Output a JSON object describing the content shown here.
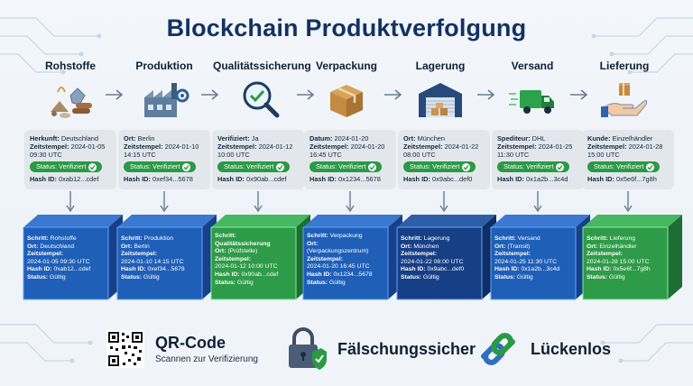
{
  "title": "Blockchain Produktverfolgung",
  "colors": {
    "title": "#123263",
    "verified": "#2a9a44",
    "block_blue": "#1f5fb8",
    "block_dark": "#173f86",
    "block_green": "#2e9b48"
  },
  "stages": [
    {
      "title": "Rohstoffe",
      "icon": "raw-materials-icon",
      "lines": [
        {
          "k": "Herkunft:",
          "v": " Deutschland"
        },
        {
          "k": "Zeitstempel:",
          "v": " 2024-01-05"
        },
        {
          "k": "",
          "v": "09:30 UTC"
        }
      ],
      "status": "Status: Verifiziert",
      "hash_label": "Hash ID:",
      "hash": " 0xab12...cdef"
    },
    {
      "title": "Produktion",
      "icon": "factory-icon",
      "lines": [
        {
          "k": "Ort:",
          "v": " Berlin"
        },
        {
          "k": "Zeitstempel:",
          "v": " 2024-01-10"
        },
        {
          "k": "",
          "v": "14:15 UTC"
        }
      ],
      "status": "Status: Verifiziert",
      "hash_label": "Hash ID:",
      "hash": " 0xef34...5678"
    },
    {
      "title": "Qualitätssicherung",
      "icon": "magnifier-check-icon",
      "lines": [
        {
          "k": "Verifiziert:",
          "v": " Ja"
        },
        {
          "k": "Zeitstempel:",
          "v": " 2024-01-12"
        },
        {
          "k": "",
          "v": "10:00 UTC"
        }
      ],
      "status": "Status: Verifiziert",
      "hash_label": "Hash ID:",
      "hash": " 0x90ab...cdef"
    },
    {
      "title": "Verpackung",
      "icon": "package-box-icon",
      "lines": [
        {
          "k": "Datum:",
          "v": " 2024-01-20"
        },
        {
          "k": "Zeitstempel:",
          "v": " 2024-01-20"
        },
        {
          "k": "",
          "v": "16:45 UTC"
        }
      ],
      "status": "Status: Verifiziert",
      "hash_label": "Hash ID:",
      "hash": " 0x1234...5678"
    },
    {
      "title": "Lagerung",
      "icon": "warehouse-icon",
      "lines": [
        {
          "k": "Ort:",
          "v": " München"
        },
        {
          "k": "Zeitstempel:",
          "v": " 2024-01-22"
        },
        {
          "k": "",
          "v": "08:00 UTC"
        }
      ],
      "status": "Status: Verifiziert",
      "hash_label": "Hash ID:",
      "hash": " 0x9abc...def0"
    },
    {
      "title": "Versand",
      "icon": "delivery-truck-icon",
      "lines": [
        {
          "k": "Spediteur:",
          "v": " DHL"
        },
        {
          "k": "Zeitstempel:",
          "v": " 2024-01-25"
        },
        {
          "k": "",
          "v": "11:30 UTC"
        }
      ],
      "status": "Status: Verifiziert",
      "hash_label": "Hash ID:",
      "hash": " 0x1a2b...3c4d"
    },
    {
      "title": "Lieferung",
      "icon": "hand-package-icon",
      "lines": [
        {
          "k": "Kunde:",
          "v": " Einzelhändler"
        },
        {
          "k": "Zeitstempel:",
          "v": " 2024-01-28"
        },
        {
          "k": "",
          "v": "15:00 UTC"
        }
      ],
      "status": "Status: Verifiziert",
      "hash_label": "Hash ID:",
      "hash": " 0x5e6f...7g8h"
    }
  ],
  "blocks": [
    {
      "color": "blue",
      "lines": [
        {
          "k": "Schritt:",
          "v": " Rohstoffe"
        },
        {
          "k": "Ort:",
          "v": " Deutschland"
        },
        {
          "k": "Zeitstempel:",
          "v": ""
        },
        {
          "k": "",
          "v": "2024-01-05 09:30 UTC"
        },
        {
          "k": "Hash ID:",
          "v": " 0xab12...cdef"
        },
        {
          "k": "Status:",
          "v": " Gültig"
        }
      ]
    },
    {
      "color": "blue",
      "lines": [
        {
          "k": "Schritt:",
          "v": " Produktion"
        },
        {
          "k": "Ort:",
          "v": " Berlin"
        },
        {
          "k": "Zeitstempel:",
          "v": ""
        },
        {
          "k": "",
          "v": "2024-01-10 14:15 UTC"
        },
        {
          "k": "Hash ID:",
          "v": " 0xef34...5678"
        },
        {
          "k": "Status:",
          "v": " Gültig"
        }
      ]
    },
    {
      "color": "green",
      "lines": [
        {
          "k": "Schritt:",
          "v": ""
        },
        {
          "k": "",
          "v": "Qualitätssicherung"
        },
        {
          "k": "Ort:",
          "v": " (Prüfstelle)"
        },
        {
          "k": "Zeitstempel:",
          "v": ""
        },
        {
          "k": "",
          "v": "2024-01-12 10:00 UTC"
        },
        {
          "k": "Hash ID:",
          "v": " 0x90ab...cdef"
        },
        {
          "k": "Status:",
          "v": " Gültig"
        }
      ]
    },
    {
      "color": "blue",
      "lines": [
        {
          "k": "Schritt:",
          "v": " Verpackung"
        },
        {
          "k": "Ort:",
          "v": ""
        },
        {
          "k": "",
          "v": "(Verpackungszentrum)"
        },
        {
          "k": "Zeitstempel:",
          "v": ""
        },
        {
          "k": "",
          "v": "2024-01-20 16:45 UTC"
        },
        {
          "k": "Hash ID:",
          "v": " 0x1234...5678"
        },
        {
          "k": "Status:",
          "v": " Gültig"
        }
      ]
    },
    {
      "color": "dark",
      "lines": [
        {
          "k": "Schritt:",
          "v": " Lagerung"
        },
        {
          "k": "Ort:",
          "v": " München"
        },
        {
          "k": "Zeitstempel:",
          "v": ""
        },
        {
          "k": "",
          "v": "2024-01-22 08:00 UTC"
        },
        {
          "k": "Hash ID:",
          "v": " 0x9abc...def0"
        },
        {
          "k": "Status:",
          "v": " Gültig"
        }
      ]
    },
    {
      "color": "blue",
      "lines": [
        {
          "k": "Schritt:",
          "v": " Versand"
        },
        {
          "k": "Ort:",
          "v": " (Transit)"
        },
        {
          "k": "Zeitstempel:",
          "v": ""
        },
        {
          "k": "",
          "v": "2024-01-25 11:30 UTC"
        },
        {
          "k": "Hash ID:",
          "v": " 0x1a2b...3c4d"
        },
        {
          "k": "Status:",
          "v": " Gültig"
        }
      ]
    },
    {
      "color": "green",
      "lines": [
        {
          "k": "Schritt:",
          "v": " Lieferung"
        },
        {
          "k": "Ort:",
          "v": " Einzelhändler"
        },
        {
          "k": "Zeitstempel:",
          "v": ""
        },
        {
          "k": "",
          "v": "2024-01-28 15:00 UTC"
        },
        {
          "k": "Hash ID:",
          "v": " 0x5e6f...7g8h"
        },
        {
          "k": "Status:",
          "v": " Gültig"
        }
      ]
    }
  ],
  "features": [
    {
      "icon": "qr-code-icon",
      "title": "QR-Code",
      "subtitle": "Scannen zur Verifizierung"
    },
    {
      "icon": "padlock-shield-icon",
      "title": "Fälschungssicher",
      "subtitle": ""
    },
    {
      "icon": "chain-link-icon",
      "title": "Lückenlos",
      "subtitle": ""
    }
  ]
}
